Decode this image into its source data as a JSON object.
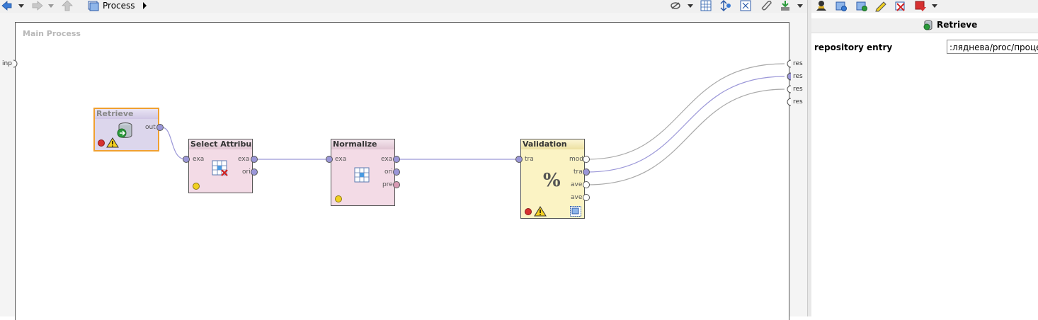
{
  "toolbar": {
    "breadcrumb_label": "Process",
    "icons": [
      "back-arrow-icon",
      "dropdown-icon",
      "forward-arrow-icon",
      "dropdown-icon",
      "up-arrow-icon",
      "process-icon",
      "breadcrumb-arrow-icon",
      "connect-icon",
      "dropdown-icon",
      "grid-icon",
      "arrange-icon",
      "fit-icon",
      "attach-icon",
      "export-icon",
      "dropdown-icon"
    ]
  },
  "right_toolbar": {
    "icons": [
      "operator-icon",
      "add-icon",
      "check-icon",
      "edit-icon",
      "delete-icon",
      "breakpoint-icon",
      "dropdown-icon"
    ]
  },
  "canvas": {
    "title": "Main Process",
    "input_port": "inp",
    "result_ports": [
      "res",
      "res",
      "res",
      "res"
    ]
  },
  "operators": {
    "retrieve": {
      "title": "Retrieve",
      "out": "out"
    },
    "select": {
      "title": "Select Attribu...",
      "in": "exa",
      "out1": "exa",
      "out2": "ori"
    },
    "normalize": {
      "title": "Normalize",
      "in": "exa",
      "out1": "exa",
      "out2": "ori",
      "out3": "pre"
    },
    "validation": {
      "title": "Validation",
      "in": "tra",
      "out1": "mod",
      "out2": "tra",
      "out3": "ave",
      "out4": "ave",
      "symbol": "%"
    }
  },
  "parameters": {
    "header": "Retrieve",
    "repository_entry_label": "repository entry",
    "repository_entry_value": ":ляднева/proc/процесс"
  },
  "colors": {
    "retrieve_bg": "#dcd6ec",
    "retrieve_border": "#f0a030",
    "select_bg": "#f3dbe6",
    "normalize_bg": "#f3dbe6",
    "validation_bg": "#fbf3c4",
    "connection": "#9b97d8",
    "connection_gray": "#aaaaaa"
  }
}
